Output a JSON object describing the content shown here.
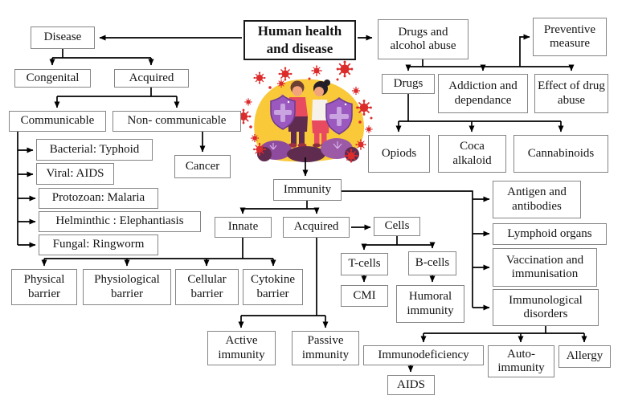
{
  "title": "Human health and disease",
  "nodes": {
    "disease": "Disease",
    "congenital": "Congenital",
    "acquired_disease": "Acquired",
    "communicable": "Communicable",
    "non_communicable": "Non- communicable",
    "bacterial": "Bacterial: Typhoid",
    "viral": "Viral: AIDS",
    "protozoan": "Protozoan: Malaria",
    "helminthic": "Helminthic : Elephantiasis",
    "fungal": "Fungal: Ringworm",
    "cancer": "Cancer",
    "physical_barrier": "Physical barrier",
    "physiological_barrier": "Physiological barrier",
    "cellular_barrier": "Cellular barrier",
    "cytokine_barrier": "Cytokine barrier",
    "drugs_alcohol": "Drugs and alcohol abuse",
    "preventive": "Preventive measure",
    "drugs": "Drugs",
    "addiction": "Addiction and dependance",
    "effect": "Effect of drug abuse",
    "opiods": "Opiods",
    "coca": "Coca alkaloid",
    "cannabinoids": "Cannabinoids",
    "immunity": "Immunity",
    "innate": "Innate",
    "acquired_immunity": "Acquired",
    "cells": "Cells",
    "t_cells": "T-cells",
    "b_cells": "B-cells",
    "cmi": "CMI",
    "humoral": "Humoral immunity",
    "antigen": "Antigen and antibodies",
    "lymphoid": "Lymphoid organs",
    "vaccination": "Vaccination and immunisation",
    "immunological": "Immunological disorders",
    "active": "Active immunity",
    "passive": "Passive immunity",
    "immunodeficiency": "Immunodeficiency",
    "auto_immunity": "Auto-immunity",
    "allergy": "Allergy",
    "aids": "AIDS"
  },
  "palette": {
    "line_color": "#000000",
    "box_border": "#858585",
    "virus_red": "#dc2b2b",
    "shield_purple": "#9b59c0",
    "blob_yellow": "#f9c93a"
  }
}
